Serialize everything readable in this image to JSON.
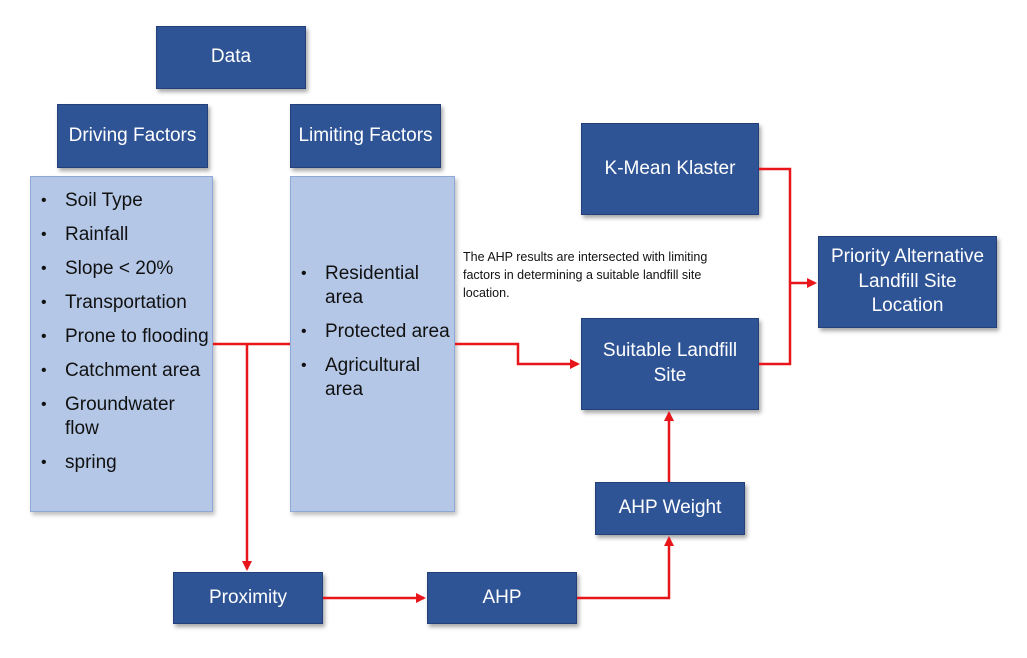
{
  "nodes": {
    "data": "Data",
    "driving_factors": "Driving Factors",
    "limiting_factors": "Limiting Factors",
    "kmean": "K-Mean Klaster",
    "priority": "Priority Alternative Landfill Site Location",
    "suitable": "Suitable Landfill Site",
    "ahp_weight": "AHP Weight",
    "proximity": "Proximity",
    "ahp": "AHP"
  },
  "driving_items": [
    "Soil Type",
    "Rainfall",
    "Slope < 20%",
    "Transportation",
    "Prone to flooding",
    "Catchment area",
    "Groundwater flow",
    "spring"
  ],
  "limiting_items": [
    "Residential area",
    "Protected area",
    "Agricultural area"
  ],
  "note": "The AHP results are intersected with limiting factors in determining a suitable landfill site location.",
  "colors": {
    "box": "#2f5496",
    "list_bg": "#b4c7e7",
    "arrow": "#e8151b"
  }
}
